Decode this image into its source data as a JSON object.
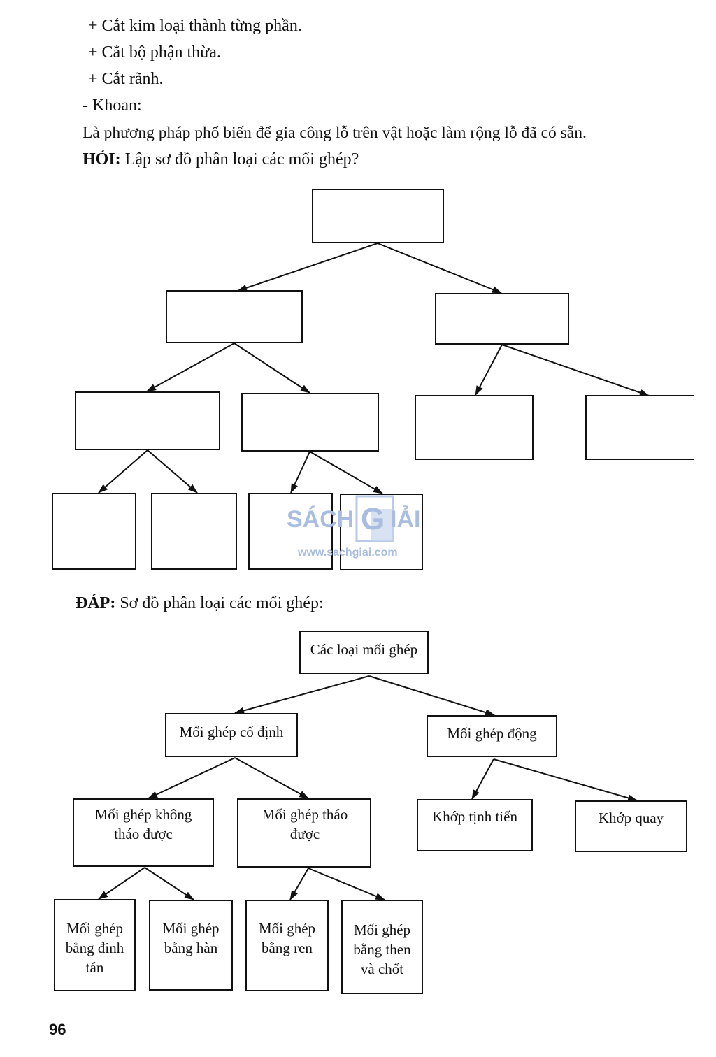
{
  "text": {
    "line1": "+ Cắt kim loại thành từng phần.",
    "line2": "+ Cắt bộ phận thừa.",
    "line3": "+ Cắt rãnh.",
    "line4": "- Khoan:",
    "line5": "Là phương pháp phổ biến để gia công lỗ trên vật hoặc làm rộng lỗ đã có sẵn.",
    "question_label": "HỎI:",
    "question_text": "Lập sơ đồ phân loại các mối ghép?",
    "answer_label": "ĐÁP:",
    "answer_text": "Sơ đồ phân loại các mối ghép:"
  },
  "answer_diagram": {
    "root": "Các loại mối ghép",
    "fixed": "Mối ghép cố định",
    "movable": "Mối ghép động",
    "non_detachable": "Mối ghép không tháo được",
    "detachable": "Mối ghép tháo được",
    "sliding_joint": "Khớp tịnh tiến",
    "revolute_joint": "Khớp quay",
    "rivet": "Mối ghép bằng đinh tán",
    "weld": "Mối ghép bằng hàn",
    "thread": "Mối ghép bằng ren",
    "key_pin": "Mối ghép bằng then và chốt"
  },
  "watermark": {
    "brand_left": "SÁCH",
    "brand_g": "G",
    "brand_right": "IẢI",
    "url": "www.sachgiai.com"
  },
  "page_number": "96"
}
